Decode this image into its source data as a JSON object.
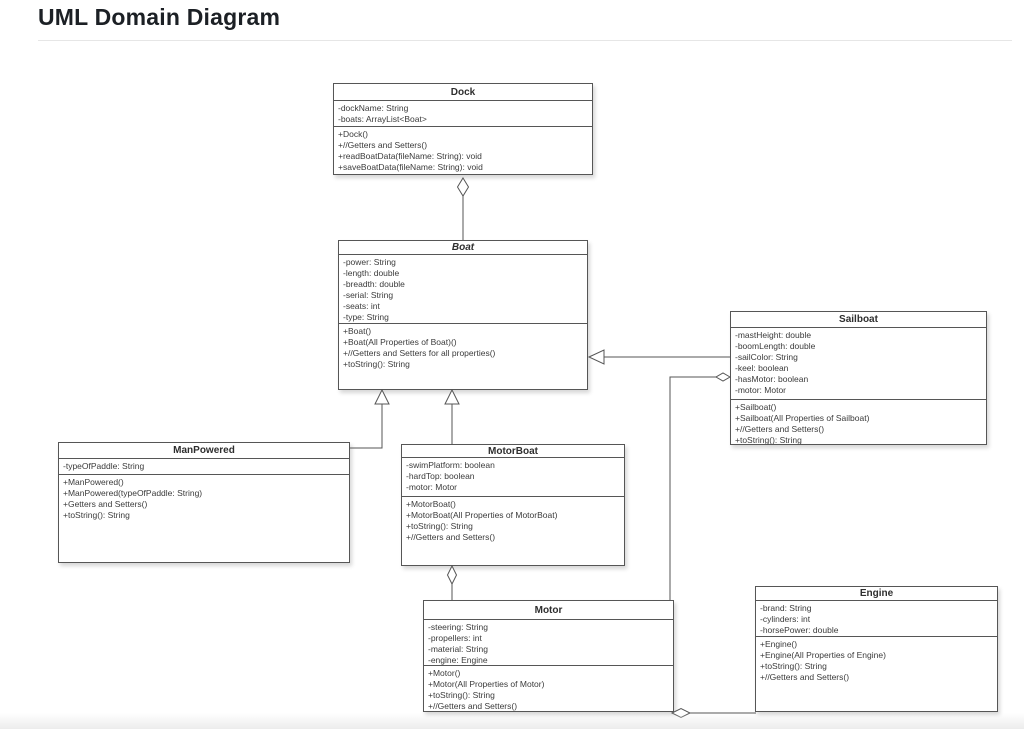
{
  "page": {
    "title": "UML Domain Diagram"
  },
  "diagram": {
    "classes": {
      "dock": {
        "name": "Dock",
        "attributes": [
          "-dockName: String",
          "-boats: ArrayList<Boat>"
        ],
        "methods": [
          "+Dock()",
          "+//Getters and Setters()",
          "+readBoatData(fileName: String): void",
          "+saveBoatData(fileName: String): void"
        ]
      },
      "boat": {
        "name": "Boat",
        "abstract": true,
        "attributes": [
          "-power: String",
          "-length: double",
          "-breadth: double",
          "-serial: String",
          "-seats: int",
          "-type: String"
        ],
        "methods": [
          "+Boat()",
          "+Boat(All Properties of Boat)()",
          "+//Getters and Setters for all properties()",
          "+toString(): String"
        ]
      },
      "sailboat": {
        "name": "Sailboat",
        "attributes": [
          "-mastHeight: double",
          "-boomLength: double",
          "-sailColor: String",
          "-keel: boolean",
          "-hasMotor: boolean",
          "-motor: Motor"
        ],
        "methods": [
          "+Sailboat()",
          "+Sailboat(All Properties of Sailboat)",
          "+//Getters and Setters()",
          "+toString(): String"
        ]
      },
      "manPowered": {
        "name": "ManPowered",
        "attributes": [
          "-typeOfPaddle: String"
        ],
        "methods": [
          "+ManPowered()",
          "+ManPowered(typeOfPaddle: String)",
          "+Getters and Setters()",
          "+toString(): String"
        ]
      },
      "motorBoat": {
        "name": "MotorBoat",
        "attributes": [
          "-swimPlatform: boolean",
          "-hardTop: boolean",
          "-motor: Motor"
        ],
        "methods": [
          "+MotorBoat()",
          "+MotorBoat(All Properties of MotorBoat)",
          "+toString(): String",
          "+//Getters and Setters()"
        ]
      },
      "motor": {
        "name": "Motor",
        "attributes": [
          "-steering: String",
          "-propellers: int",
          "-material: String",
          "-engine: Engine"
        ],
        "methods": [
          "+Motor()",
          "+Motor(All Properties of Motor)",
          "+toString(): String",
          "+//Getters and Setters()"
        ]
      },
      "engine": {
        "name": "Engine",
        "attributes": [
          "-brand: String",
          "-cylinders: int",
          "-horsePower: double"
        ],
        "methods": [
          "+Engine()",
          "+Engine(All Properties of Engine)",
          "+toString(): String",
          "+//Getters and Setters()"
        ]
      }
    },
    "relationships": [
      {
        "from": "Dock",
        "to": "Boat",
        "type": "aggregation"
      },
      {
        "from": "ManPowered",
        "to": "Boat",
        "type": "generalization"
      },
      {
        "from": "MotorBoat",
        "to": "Boat",
        "type": "generalization"
      },
      {
        "from": "Sailboat",
        "to": "Boat",
        "type": "generalization"
      },
      {
        "from": "Sailboat",
        "to": "Motor",
        "type": "aggregation"
      },
      {
        "from": "MotorBoat",
        "to": "Motor",
        "type": "aggregation"
      },
      {
        "from": "Motor",
        "to": "Engine",
        "type": "aggregation"
      }
    ],
    "colors": {
      "line": "#555555",
      "border": "#565656",
      "text": "#3b3b3b",
      "heading": "#1c2025"
    }
  }
}
